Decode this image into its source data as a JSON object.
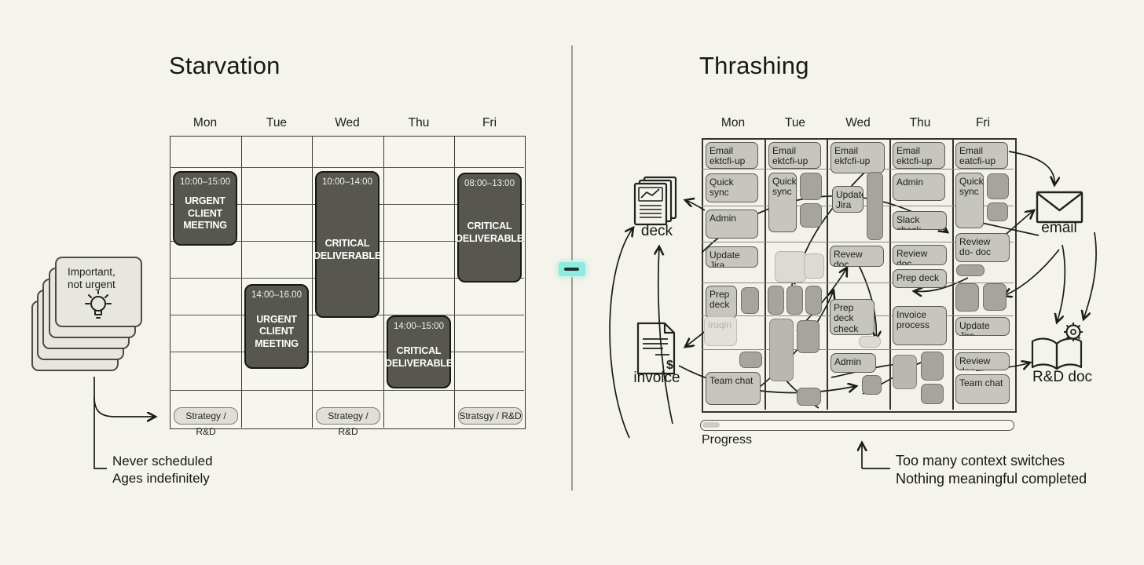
{
  "left": {
    "title": "Starvation",
    "days": [
      "Mon",
      "Tue",
      "Wed",
      "Thu",
      "Fri"
    ],
    "events": [
      {
        "day": "Mon",
        "time": "10:00–15:00",
        "title": "URGENT CLIENT MEETING"
      },
      {
        "day": "Tue",
        "time": "14:00–16.00",
        "title": "URGENT CLIENT MEETING"
      },
      {
        "day": "Wed",
        "time": "10:00–14:00",
        "title": "CRITICAL DELIVERABLE"
      },
      {
        "day": "Thu",
        "time": "14:00–15:00",
        "title": "CRITICAL DELIVERABLE"
      },
      {
        "day": "Fri",
        "time": "08:00–13:00",
        "title": "CRITICAL DELIVERABLE"
      }
    ],
    "pills": [
      "Strategy / R&D",
      "Strategy / R&D",
      "Stratsgy / R&D"
    ],
    "note": {
      "line1": "Important,",
      "line2": "not urgent",
      "icon": "lightbulb-icon"
    },
    "caption1": "Never scheduled",
    "caption2": "Ages indefinitely"
  },
  "right": {
    "title": "Thrashing",
    "days": [
      "Mon",
      "Tue",
      "Wed",
      "Thu",
      "Fri"
    ],
    "columns": [
      {
        "day": "Mon",
        "tasks": [
          "Email ektcfi-up",
          "Quick sync",
          "Admin",
          "Update Jira",
          "Prep deck",
          "Iruqin",
          "Team chat"
        ]
      },
      {
        "day": "Tue",
        "tasks": [
          "Email ektcfi-up",
          "Quick sync"
        ]
      },
      {
        "day": "Wed",
        "tasks": [
          "Email ekfcfi-up",
          "Update Jira",
          "Revew doc",
          "Prep deck check",
          "Admin"
        ]
      },
      {
        "day": "Thu",
        "tasks": [
          "Email ektcfi-up",
          "Admin",
          "Slack check",
          "Review doc",
          "Prep deck",
          "Invoice process"
        ]
      },
      {
        "day": "Fri",
        "tasks": [
          "Email eatcfi-up",
          "Quick sync",
          "Review do- doc",
          "Update Jira",
          "Review doc",
          "Team chat"
        ]
      }
    ],
    "icons": [
      {
        "name": "deck-icon",
        "label": "deck"
      },
      {
        "name": "invoice-icon",
        "label": "invoice"
      },
      {
        "name": "email-icon",
        "label": "email"
      },
      {
        "name": "rnd-doc-icon",
        "label": "R&D doc"
      }
    ],
    "progress": {
      "label": "Progress",
      "value_pct": 5
    },
    "caption1": "Too many context switches",
    "caption2": "Nothing meaningful completed"
  },
  "colors": {
    "background": "#f4f3ec",
    "event_block": "#57564f",
    "task_box": "#c6c5be",
    "task_box_dark": "#a5a49d",
    "accent_teal": "#8cecdf",
    "ink": "#1d1d1b"
  }
}
